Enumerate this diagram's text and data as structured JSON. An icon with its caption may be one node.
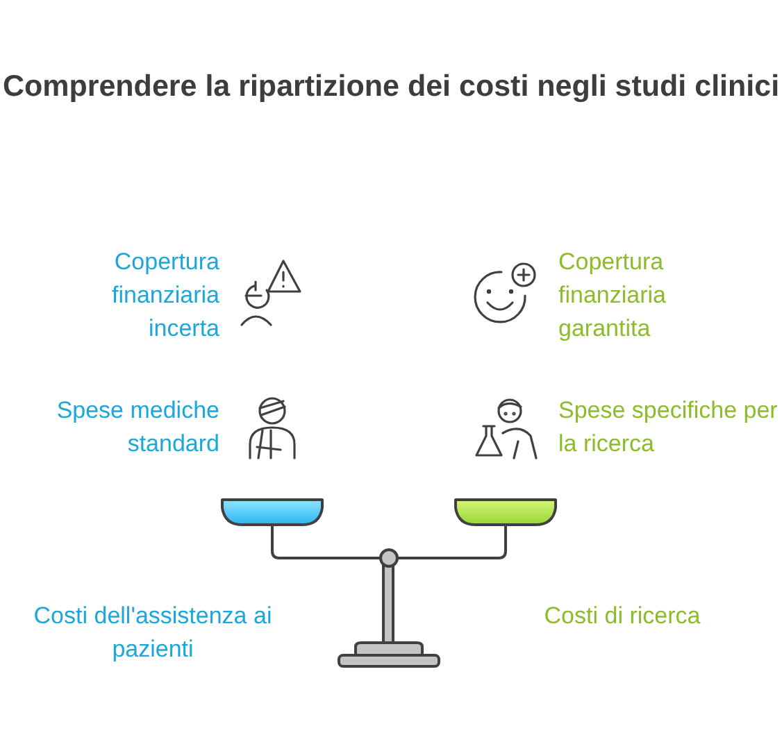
{
  "diagram": {
    "title": "Comprendere la ripartizione dei costi negli studi clinici",
    "labels": [
      "Copertura finanziaria incerta",
      "Copertura finanziaria garantita",
      "Spese mediche standard",
      "Spese specifiche per la ricerca",
      "Costi dell'assistenza ai pazienti",
      "Costi di ricerca"
    ]
  }
}
